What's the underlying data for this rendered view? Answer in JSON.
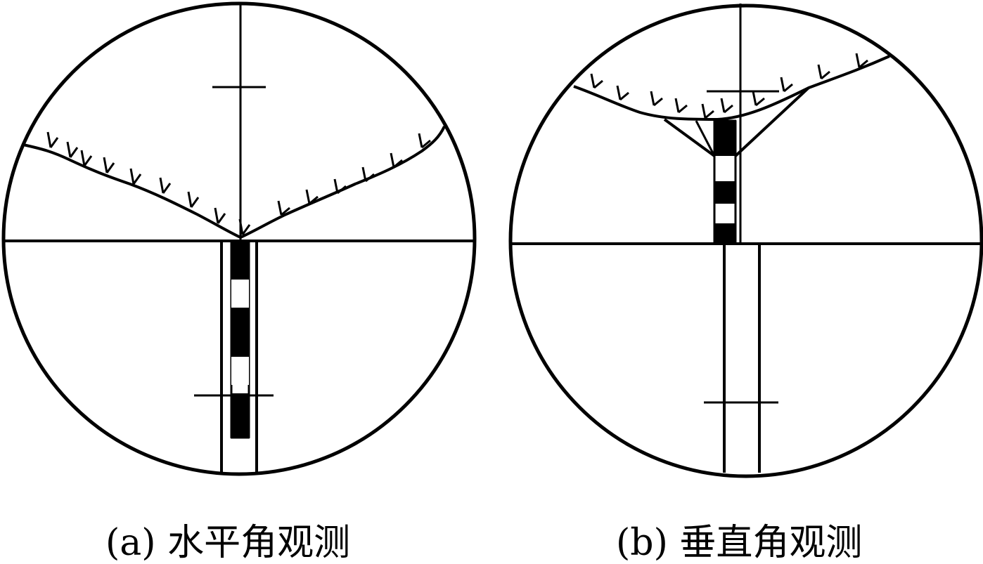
{
  "figure": {
    "panels": [
      {
        "id": "a",
        "caption": "(a) 水平角观测",
        "content": "telescope field of view; staff bottom at crosshair intersection"
      },
      {
        "id": "b",
        "caption": "(b) 垂直角观测",
        "content": "telescope field of view; horizontal crosshair at staff target"
      }
    ],
    "colors": {
      "ink": "#000000",
      "paper": "#ffffff"
    }
  }
}
